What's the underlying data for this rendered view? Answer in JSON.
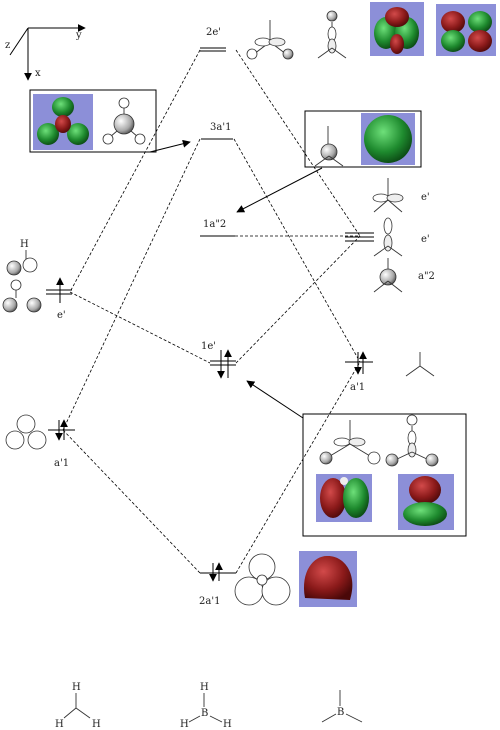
{
  "axes": {
    "x": "x",
    "y": "y",
    "z": "z"
  },
  "levels": {
    "e2": "2e'",
    "a3": "3a'1",
    "a2pp": "1a\"2",
    "e1": "1e'",
    "a2": "2a'1",
    "e_left": "e'",
    "a1_left": "a'1",
    "e_right_top": "e'",
    "e_right_mid": "e'",
    "a2pp_right": "a\"2",
    "a1_right": "a'1"
  },
  "molecules": {
    "left_h1": "H",
    "methyl_h1": "H",
    "methyl_h2": "H",
    "methyl_h3": "H",
    "bh3_b": "B",
    "bh3_h1": "H",
    "bh3_h2": "H",
    "bh3_h3": "H",
    "b_frag": "B"
  },
  "colors": {
    "mo_background": "#8c8fd8",
    "lobe_red": "#8b1a1a",
    "lobe_green": "#1e8a2e"
  },
  "icons": [
    "orbital-sketch",
    "electron-arrow",
    "ball-atom"
  ]
}
